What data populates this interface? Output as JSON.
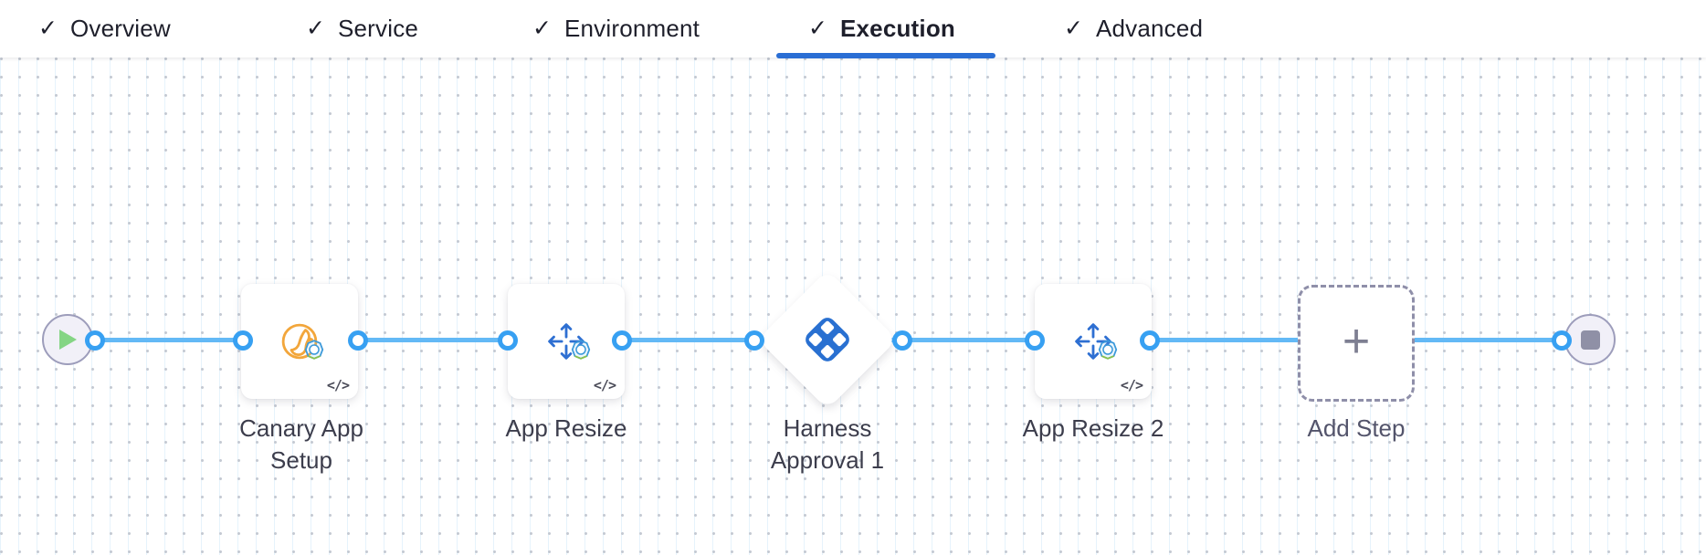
{
  "tabs": [
    {
      "label": "Overview",
      "checked": true,
      "active": false
    },
    {
      "label": "Service",
      "checked": true,
      "active": false
    },
    {
      "label": "Environment",
      "checked": true,
      "active": false
    },
    {
      "label": "Execution",
      "checked": true,
      "active": true
    },
    {
      "label": "Advanced",
      "checked": true,
      "active": false
    }
  ],
  "icons": {
    "check": "✓",
    "code": "</>",
    "plus": "+"
  },
  "pipeline": {
    "start_node": {
      "icon": "play-icon"
    },
    "end_node": {
      "icon": "stop-icon"
    },
    "steps": [
      {
        "label": "Canary App Setup",
        "kind": "step-card",
        "icon": "canary-icon",
        "has_code_badge": true
      },
      {
        "label": "App Resize",
        "kind": "step-card",
        "icon": "resize-arrows-icon",
        "has_code_badge": true
      },
      {
        "label": "Harness Approval 1",
        "kind": "diamond",
        "icon": "harness-logo-icon",
        "has_code_badge": false
      },
      {
        "label": "App Resize 2",
        "kind": "step-card",
        "icon": "resize-arrows-icon",
        "has_code_badge": true
      },
      {
        "label": "Add Step",
        "kind": "add-step",
        "icon": "plus-icon",
        "has_code_badge": false
      }
    ]
  },
  "colors": {
    "active_tab_underline": "#2a6ed4",
    "connector_line": "#63b9f6",
    "port_ring": "#37a0f2",
    "canary_orange": "#f2a63b",
    "resize_arrow_blue": "#2e6fd2",
    "harness_logo_blue": "#2970d1",
    "play_green": "#84d584",
    "terminal_border": "#9d9dbb",
    "label_text": "#3c3d4c"
  }
}
